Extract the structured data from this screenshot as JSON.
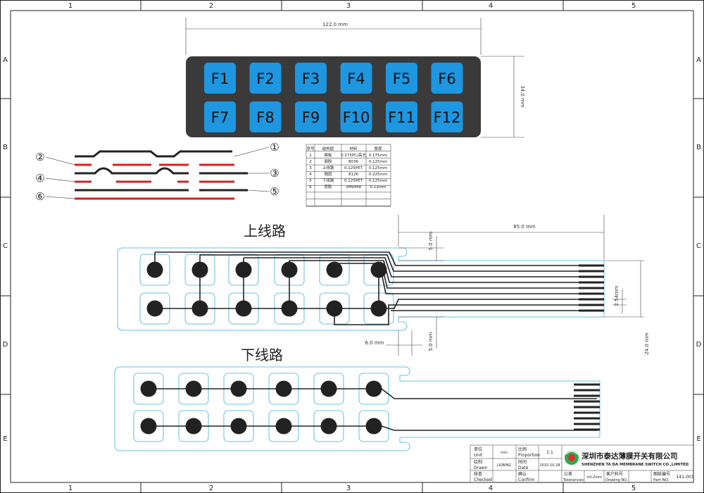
{
  "frame": {
    "columns": [
      "1",
      "2",
      "3",
      "4",
      "5"
    ],
    "rows": [
      "A",
      "B",
      "C",
      "D",
      "E"
    ]
  },
  "keypad": {
    "width_dim": "122.0 mm",
    "height_dim": "34.0 mm",
    "keys": [
      "F1",
      "F2",
      "F3",
      "F4",
      "F5",
      "F6",
      "F7",
      "F8",
      "F9",
      "F10",
      "F11",
      "F12"
    ],
    "key_color": "#1E96E0",
    "panel_color": "#3A3A3A"
  },
  "layers": {
    "callouts": [
      "①",
      "②",
      "③",
      "④",
      "⑤",
      "⑥"
    ]
  },
  "spec_table": {
    "headers": [
      "序号",
      "结构层",
      "材料",
      "厚度"
    ],
    "rows": [
      [
        "1",
        "面板",
        "0.175PC/高光",
        "0.175mm"
      ],
      [
        "2",
        "面胶",
        "8036",
        "0.125mm"
      ],
      [
        "3",
        "上线路",
        "0.125PET",
        "0.125mm"
      ],
      [
        "4",
        "隔层",
        "8126",
        "0.225mm"
      ],
      [
        "5",
        "下线路",
        "0.125PET",
        "0.125mm"
      ],
      [
        "6",
        "背胶",
        "3M9448",
        "0.13mm"
      ]
    ]
  },
  "upper_circuit": {
    "title": "上线路",
    "dim_top": "5.0 mm",
    "dim_width": "85.0 mm",
    "dim_pitch": "2.54mm",
    "dim_bottom": "5.0 mm",
    "dim_left": "6.0 mm",
    "dim_height": "24.0 mm"
  },
  "lower_circuit": {
    "title": "下线路"
  },
  "title_block": {
    "unit_label": "单位\nUnit",
    "unit_cn": "单位",
    "unit_en": "Unit",
    "unit_value": "mm",
    "proportion_cn": "比例",
    "proportion_en": "Proportion",
    "proportion_value": "1:1",
    "drawn_cn": "绘制",
    "drawn_en": "Drawn",
    "drawn_value": "LIUBING",
    "date_cn": "时间",
    "date_en": "Date",
    "date_value": "2015-10-28",
    "checked_cn": "核查",
    "checked_en": "Checked",
    "confirm_cn": "确认",
    "confirm_en": "Confirm",
    "tolerance_cn": "公差",
    "tolerance_en": "Tolerances",
    "tolerance_value": "±0.2mm",
    "customer_cn": "客户料号",
    "customer_en": "Drawing NO.",
    "part_cn": "图纸编号",
    "part_en": "Part NO.",
    "part_value": "141-003",
    "company_cn": "深圳市泰达薄膜开关有限公司",
    "company_en": "SHENZHEN TA DA MEMBRANE SWITCH CO.,LIMITED"
  }
}
